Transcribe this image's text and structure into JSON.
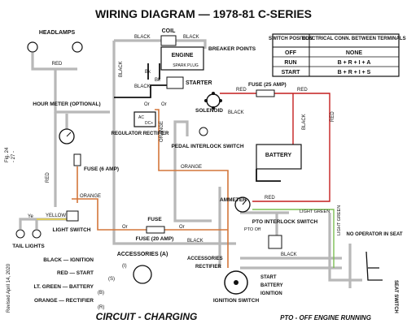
{
  "title": "WIRING DIAGRAM — 1978-81 C-SERIES",
  "side_note": {
    "fig": "Fig. 24",
    "page": "- 27 -",
    "revised": "Revised April 14, 2020"
  },
  "switch_table": {
    "headers": [
      "SWITCH POSITION",
      "ELECTRICAL CONN. BETWEEN TERMINALS"
    ],
    "rows": [
      [
        "OFF",
        "NONE"
      ],
      [
        "RUN",
        "B + R + I + A"
      ],
      [
        "START",
        "B + R + I + S"
      ]
    ]
  },
  "components": {
    "headlamps": "HEADLAMPS",
    "coil": "COIL",
    "engine": "ENGINE",
    "spark_plug": "SPARK PLUG",
    "breaker_points": "BREAKER POINTS",
    "starter": "STARTER",
    "solenoid": "SOLENOID",
    "regulator": "REGULATOR RECTIFIER",
    "reg_ac": "AC",
    "reg_dc": "DC+",
    "hour_meter": "HOUR METER (OPTIONAL)",
    "fuse_6": "FUSE (6 AMP)",
    "fuse_25": "FUSE (25 AMP)",
    "fuse_20": "FUSE (20 AMP)",
    "fuse": "FUSE",
    "pedal_switch": "PEDAL INTERLOCK SWITCH",
    "battery": "BATTERY",
    "ammeter": "AMMETER",
    "pto_switch": "PTO INTERLOCK SWITCH",
    "pto_off": "PTO Off",
    "light_switch": "LIGHT SWITCH",
    "tail_lights": "TAIL LIGHTS",
    "ignition_switch": "IGNITION SWITCH",
    "seat_switch": "SEAT SWITCH",
    "no_operator": "NO OPERATOR IN SEAT",
    "accessories": "ACCESSORIES (A)",
    "rectifier": "RECTIFIER",
    "start": "START",
    "batt": "BATTERY",
    "ignition": "IGNITION",
    "accessories_small": "ACCESSORIES"
  },
  "wire_labels": {
    "black": "BLACK",
    "red": "RED",
    "orange": "ORANGE",
    "yellow": "YELLOW",
    "light_green": "LIGHT GREEN",
    "bk": "Bk",
    "or": "Or",
    "ye": "Ye"
  },
  "legend": [
    "BLACK — IGNITION",
    "(I)",
    "RED — START",
    "(S)",
    "LT. GREEN — BATTERY",
    "(B)",
    "ORANGE — RECTIFIER",
    "(R)"
  ],
  "footer": {
    "circuit": "CIRCUIT - CHARGING",
    "state": "PTO - OFF   ENGINE RUNNING"
  }
}
